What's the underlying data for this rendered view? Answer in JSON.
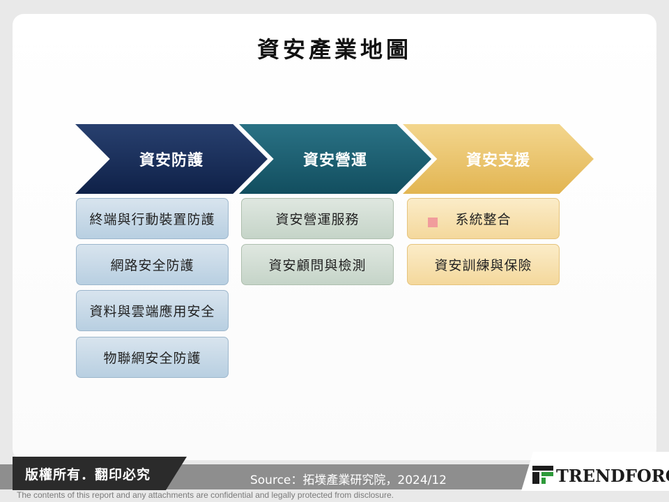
{
  "title": "資安產業地圖",
  "columns": [
    {
      "header": "資安防護",
      "color": "#1a2e5a",
      "items": [
        "終端與行動裝置防護",
        "網路安全防護",
        "資料與雲端應用安全",
        "物聯網安全防護"
      ]
    },
    {
      "header": "資安營運",
      "color": "#1d6172",
      "items": [
        "資安營運服務",
        "資安顧問與檢測"
      ]
    },
    {
      "header": "資安支援",
      "color": "#eac46a",
      "items": [
        "系統整合",
        "資安訓練與保險"
      ]
    }
  ],
  "footer": {
    "copyright": "版權所有．翻印必究",
    "source": "Source：拓墣產業研究院，2024/12",
    "brand": "TRENDFORCE",
    "disclaimer": "The contents of this report and any attachments are confidential and legally protected from disclosure."
  }
}
